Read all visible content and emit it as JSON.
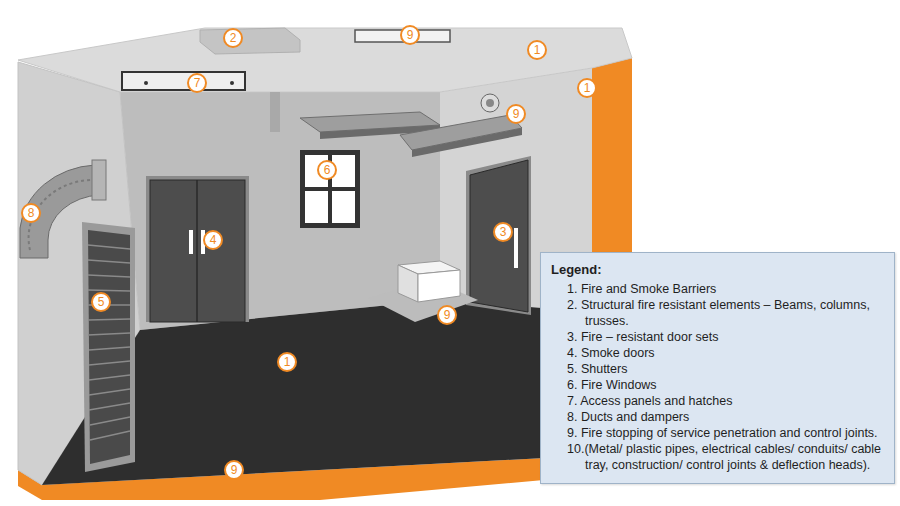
{
  "diagram": {
    "nodes": [
      {
        "text": [
          "Legend:",
          "1. Fire and Smoke Barriers",
          "2. Structural fire resistant elements – Beams, columns, trusses.",
          "3. Fire – resistant door sets",
          "4. Smoke doors",
          "5. Shutters",
          "6. Fire Windows",
          "7. Access panels and hatches",
          "8. Ducts and dampers",
          "9. Fire stopping of service penetration and control joints.",
          "10.(Metal/ plastic pipes, electrical cables/ conduits/ cable tray, construction/ control joints & deflection heads)."
        ]
      }
    ],
    "labels": [
      "2",
      "9",
      "1",
      "1",
      "7",
      "9",
      "6",
      "8",
      "4",
      "3",
      "5",
      "9",
      "1",
      "9"
    ]
  }
}
